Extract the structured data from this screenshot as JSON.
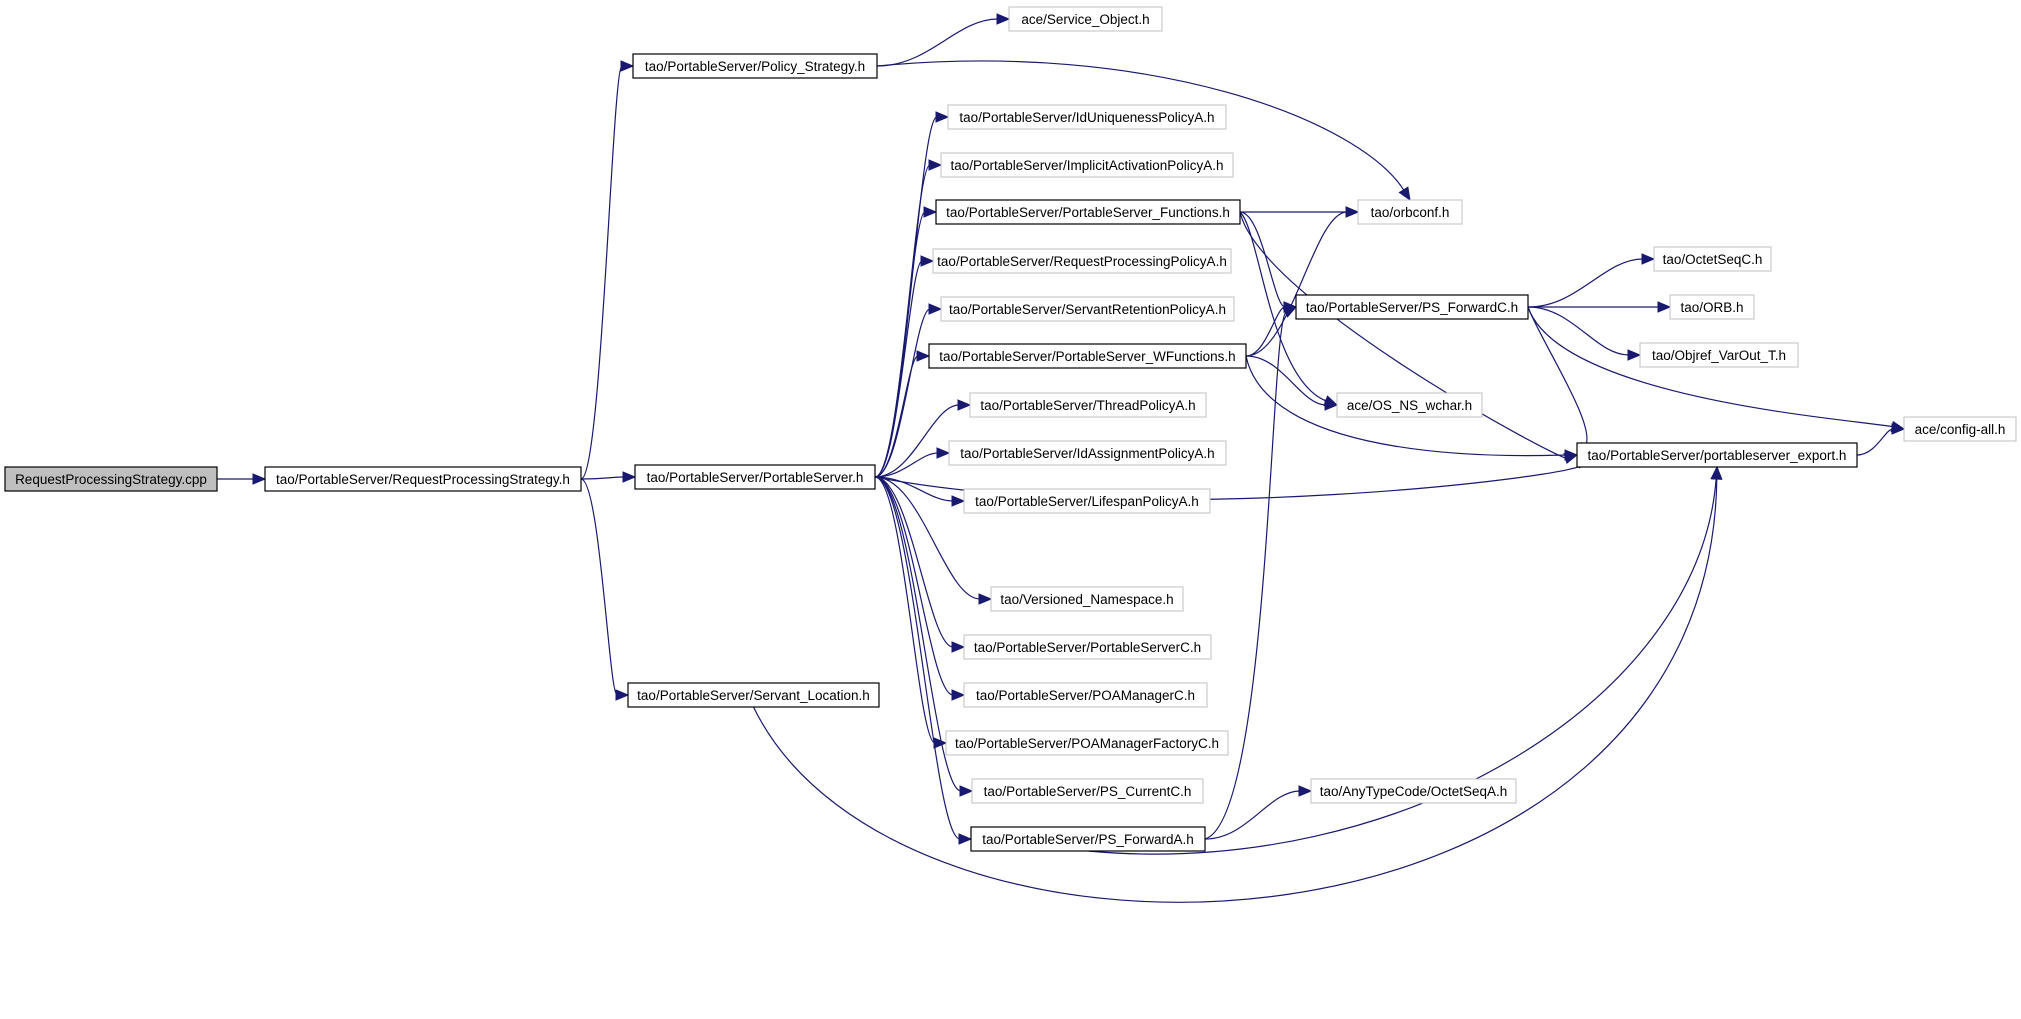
{
  "diagram": {
    "type": "include-dependency-graph",
    "root": "RequestProcessingStrategy.cpp",
    "nodes": [
      {
        "id": "n_cpp",
        "label": "RequestProcessingStrategy.cpp",
        "kind": "root"
      },
      {
        "id": "n_rps",
        "label": "tao/PortableServer/RequestProcessingStrategy.h",
        "kind": "documented"
      },
      {
        "id": "n_ps",
        "label": "tao/PortableServer/Policy_Strategy.h",
        "kind": "documented"
      },
      {
        "id": "n_svc",
        "label": "ace/Service_Object.h",
        "kind": "external"
      },
      {
        "id": "n_orbconf",
        "label": "tao/orbconf.h",
        "kind": "external"
      },
      {
        "id": "n_pse",
        "label": "tao/PortableServer/PortableServer.h",
        "kind": "documented"
      },
      {
        "id": "n_iup",
        "label": "tao/PortableServer/IdUniquenessPolicyA.h",
        "kind": "external"
      },
      {
        "id": "n_iap",
        "label": "tao/PortableServer/ImplicitActivationPolicyA.h",
        "kind": "external"
      },
      {
        "id": "n_psf",
        "label": "tao/PortableServer/PortableServer_Functions.h",
        "kind": "documented"
      },
      {
        "id": "n_rpp",
        "label": "tao/PortableServer/RequestProcessingPolicyA.h",
        "kind": "external"
      },
      {
        "id": "n_srp",
        "label": "tao/PortableServer/ServantRetentionPolicyA.h",
        "kind": "external"
      },
      {
        "id": "n_psw",
        "label": "tao/PortableServer/PortableServer_WFunctions.h",
        "kind": "documented"
      },
      {
        "id": "n_tp",
        "label": "tao/PortableServer/ThreadPolicyA.h",
        "kind": "external"
      },
      {
        "id": "n_iasp",
        "label": "tao/PortableServer/IdAssignmentPolicyA.h",
        "kind": "external"
      },
      {
        "id": "n_lsp",
        "label": "tao/PortableServer/LifespanPolicyA.h",
        "kind": "external"
      },
      {
        "id": "n_vns",
        "label": "tao/Versioned_Namespace.h",
        "kind": "external"
      },
      {
        "id": "n_psc",
        "label": "tao/PortableServer/PortableServerC.h",
        "kind": "external"
      },
      {
        "id": "n_poam",
        "label": "tao/PortableServer/POAManagerC.h",
        "kind": "external"
      },
      {
        "id": "n_poamf",
        "label": "tao/PortableServer/POAManagerFactoryC.h",
        "kind": "external"
      },
      {
        "id": "n_pscur",
        "label": "tao/PortableServer/PS_CurrentC.h",
        "kind": "external"
      },
      {
        "id": "n_psfa",
        "label": "tao/PortableServer/PS_ForwardA.h",
        "kind": "documented"
      },
      {
        "id": "n_sl",
        "label": "tao/PortableServer/Servant_Location.h",
        "kind": "documented"
      },
      {
        "id": "n_psfc",
        "label": "tao/PortableServer/PS_ForwardC.h",
        "kind": "documented"
      },
      {
        "id": "n_osns",
        "label": "ace/OS_NS_wchar.h",
        "kind": "external"
      },
      {
        "id": "n_octc",
        "label": "tao/OctetSeqC.h",
        "kind": "external"
      },
      {
        "id": "n_orb",
        "label": "tao/ORB.h",
        "kind": "external"
      },
      {
        "id": "n_objref",
        "label": "tao/Objref_VarOut_T.h",
        "kind": "external"
      },
      {
        "id": "n_cfg",
        "label": "ace/config-all.h",
        "kind": "external"
      },
      {
        "id": "n_pexp",
        "label": "tao/PortableServer/portableserver_export.h",
        "kind": "documented"
      },
      {
        "id": "n_atc",
        "label": "tao/AnyTypeCode/OctetSeqA.h",
        "kind": "external"
      }
    ],
    "edges": [
      [
        "n_cpp",
        "n_rps"
      ],
      [
        "n_rps",
        "n_ps"
      ],
      [
        "n_rps",
        "n_pse"
      ],
      [
        "n_rps",
        "n_sl"
      ],
      [
        "n_ps",
        "n_svc"
      ],
      [
        "n_ps",
        "n_orbconf"
      ],
      [
        "n_pse",
        "n_iup"
      ],
      [
        "n_pse",
        "n_iap"
      ],
      [
        "n_pse",
        "n_psf"
      ],
      [
        "n_pse",
        "n_rpp"
      ],
      [
        "n_pse",
        "n_srp"
      ],
      [
        "n_pse",
        "n_psw"
      ],
      [
        "n_pse",
        "n_tp"
      ],
      [
        "n_pse",
        "n_iasp"
      ],
      [
        "n_pse",
        "n_lsp"
      ],
      [
        "n_pse",
        "n_pexp"
      ],
      [
        "n_pse",
        "n_vns"
      ],
      [
        "n_pse",
        "n_psc"
      ],
      [
        "n_pse",
        "n_poam"
      ],
      [
        "n_pse",
        "n_poamf"
      ],
      [
        "n_pse",
        "n_pscur"
      ],
      [
        "n_pse",
        "n_psfa"
      ],
      [
        "n_psf",
        "n_orbconf"
      ],
      [
        "n_psf",
        "n_psfc"
      ],
      [
        "n_psf",
        "n_osns"
      ],
      [
        "n_psf",
        "n_pexp"
      ],
      [
        "n_psw",
        "n_orbconf"
      ],
      [
        "n_psw",
        "n_psfc"
      ],
      [
        "n_psw",
        "n_osns"
      ],
      [
        "n_psw",
        "n_pexp"
      ],
      [
        "n_psfc",
        "n_octc"
      ],
      [
        "n_psfc",
        "n_orb"
      ],
      [
        "n_psfc",
        "n_objref"
      ],
      [
        "n_psfc",
        "n_cfg"
      ],
      [
        "n_psfc",
        "n_pexp"
      ],
      [
        "n_pexp",
        "n_cfg"
      ],
      [
        "n_psfa",
        "n_psfc"
      ],
      [
        "n_psfa",
        "n_atc"
      ],
      [
        "n_psfa",
        "n_pexp"
      ],
      [
        "n_sl",
        "n_pexp"
      ]
    ]
  }
}
